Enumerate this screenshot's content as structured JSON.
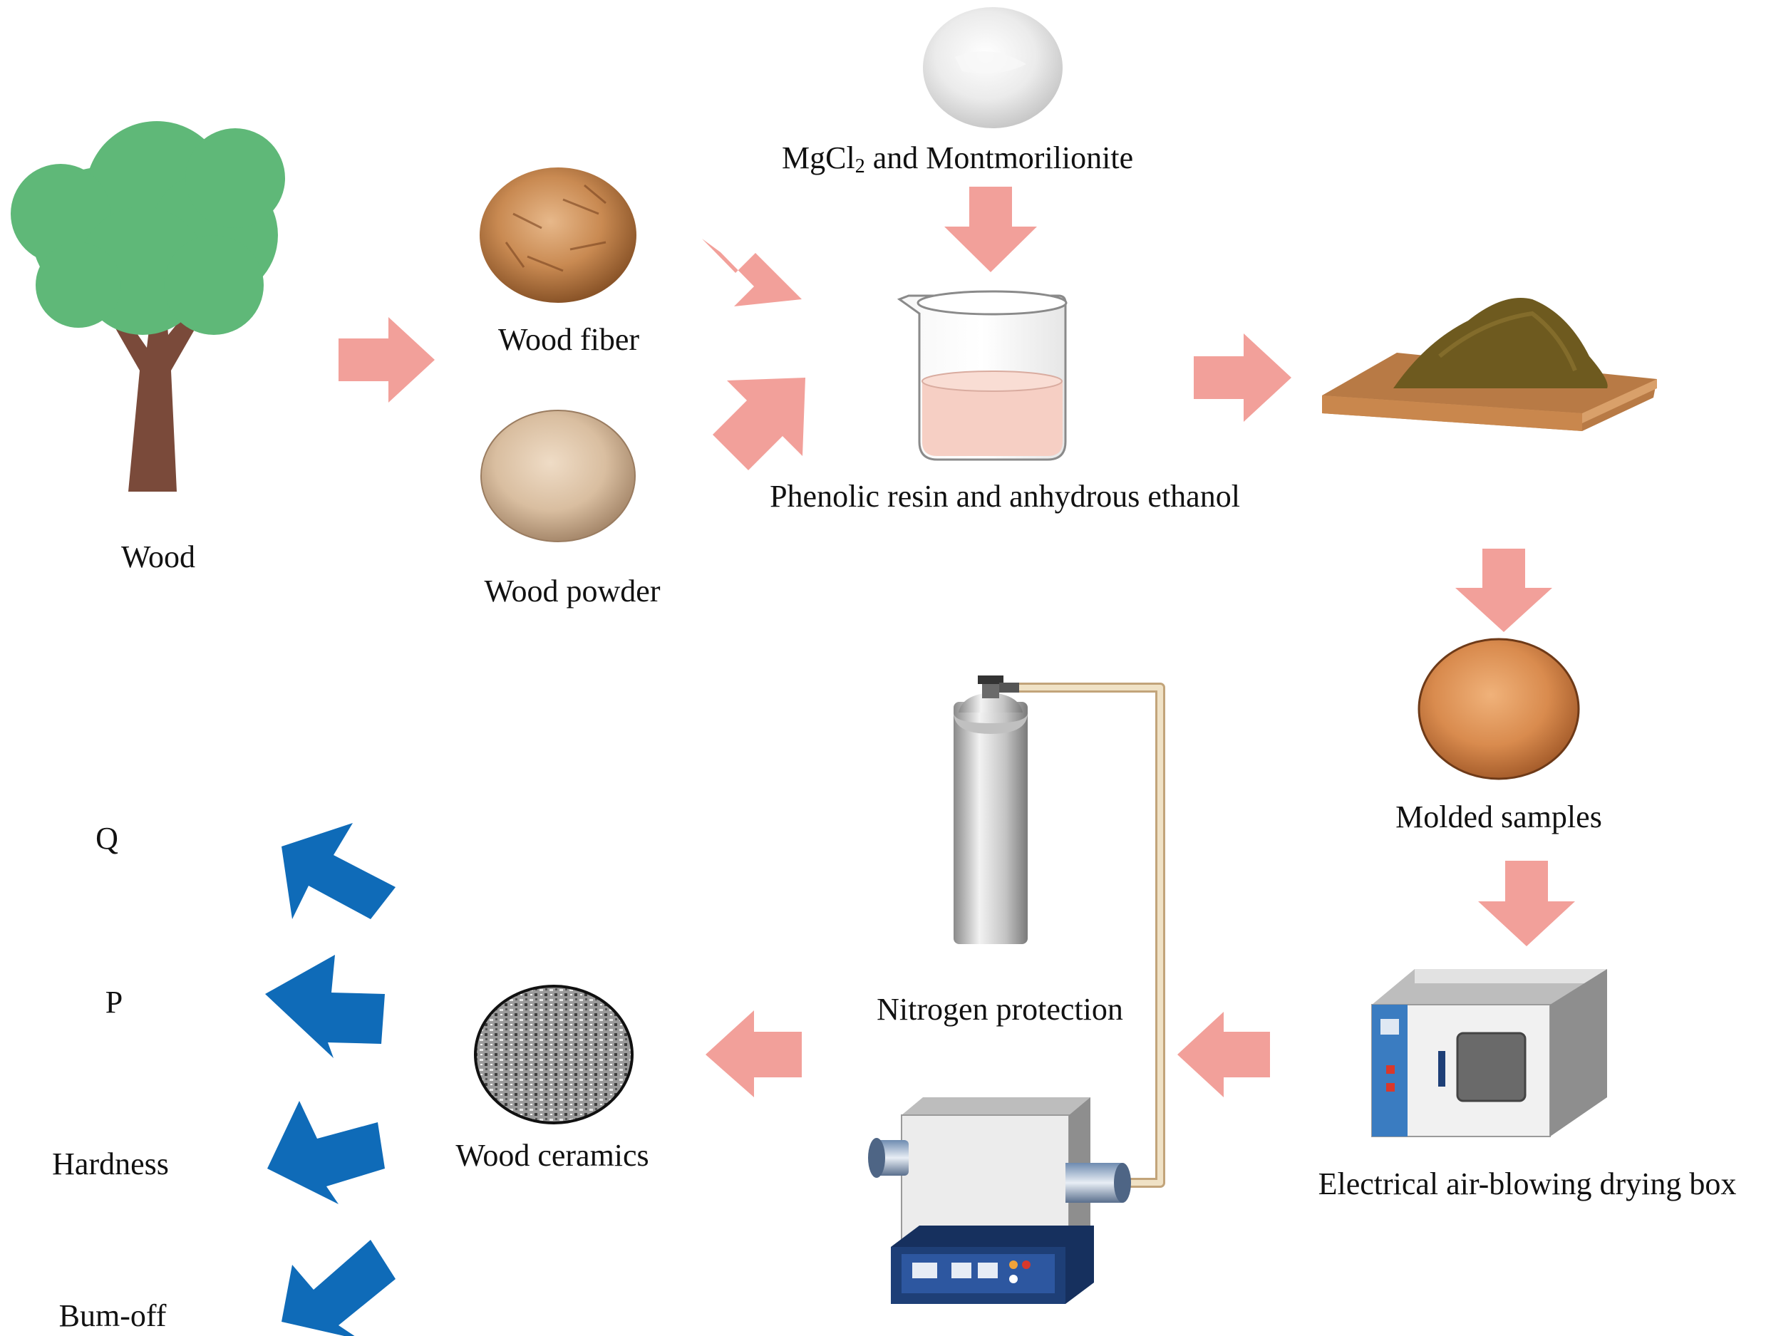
{
  "labels": {
    "wood": "Wood",
    "wood_fiber": "Wood fiber",
    "wood_powder": "Wood powder",
    "mgcl_prefix": "MgCl",
    "mgcl_sub": "2",
    "mgcl_suffix": " and Montmorilionite",
    "phenolic": "Phenolic resin and anhydrous ethanol",
    "molded": "Molded samples",
    "drying_box": "Electrical air-blowing drying box",
    "nitrogen": "Nitrogen protection",
    "ceramics": "Wood ceramics",
    "q": "Q",
    "p": "P",
    "hardness": "Hardness",
    "burnoff": "Bum-off"
  },
  "colors": {
    "process_arrow": "#f2a09a",
    "output_arrow": "#0f6bb8",
    "tree_canopy": "#5fb878",
    "tree_trunk": "#7a4a3a",
    "liquid": "#f6cfc4",
    "sample_pile": "#6e5a1f",
    "board": "#d9a06a",
    "molded_sample": "#d98b4e",
    "furnace_base": "#1e3f77",
    "oven_panel": "#3a7cc1"
  }
}
